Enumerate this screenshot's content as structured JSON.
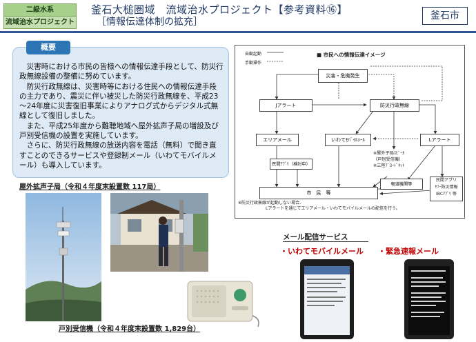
{
  "header": {
    "tag_line1": "二級水系",
    "tag_line2": "流域治水プロジェクト",
    "title_line1": "釜石大槌圏域　流域治水プロジェクト【参考資料⑯】",
    "title_line2": "［情報伝達体制の拡充］",
    "city": "釜石市"
  },
  "summary": {
    "heading": "概要",
    "paragraphs": [
      "災害時における市民の皆様への情報伝達手段として、防災行政無線設備の整備に努めています。",
      "防災行政無線は、災害時等における住民への情報伝達手段の主力であり、震災に伴い被災した防災行政無線を、平成23～24年度に災害復旧事業によりアナログ式からデジタル式無線として復旧しました。",
      "また、平成25年度から難聴地域へ屋外拡声子局の増設及び戸別受信機の設置を実施しています。",
      "さらに、防災行政無線の放送内容を電話（無料）で聞き直すことのできるサービスや登録制メール（いわてモバイルメール）も導入しています。"
    ]
  },
  "diagram": {
    "title": "■ 市民への情報伝達イメージ",
    "legend_auto": "自動起動",
    "legend_manual": "手動操作",
    "nodes": {
      "disaster": "災害・危機発生",
      "jalert": "Jアラート",
      "bousai": "防災行政無線",
      "area_mail": "エリアメール",
      "iwate_mail": "いわてﾓﾊﾞｲﾙﾒｰﾙ",
      "l_alert": "Lアラート",
      "outdoor": "※屋外子局ｽﾋﾟｰｶ",
      "household": "（戸別受信機）",
      "sanriku": "※三陸ﾌﾞﾛｰﾄﾞﾈｯﾄ",
      "app_dev": "民間ｱﾌﾟﾘ（検討中）",
      "news": "報道機関等",
      "private_app": "民間アプリ",
      "yahoo": "ﾔﾌｰ防災情報",
      "ibc": "IBCｱﾌﾟﾘ 等",
      "citizens": "市　民　等"
    },
    "note_line1": "※防災行政無線が起動しない場合、",
    "note_line2": "Lアラートを通じてエリアメール・いわてモバイルメールの配信を行う。"
  },
  "photos": {
    "tower_caption": "屋外拡声子局（令和４年度末設置数 117局）",
    "device_caption": "戸別受信機（令和４年度末設置数 1,829台）"
  },
  "mail": {
    "heading": "メール配信サービス",
    "iwate": "・いわてモバイルメール",
    "emergency_prefix": "・緊急速報",
    "emergency_suffix": "メール"
  }
}
